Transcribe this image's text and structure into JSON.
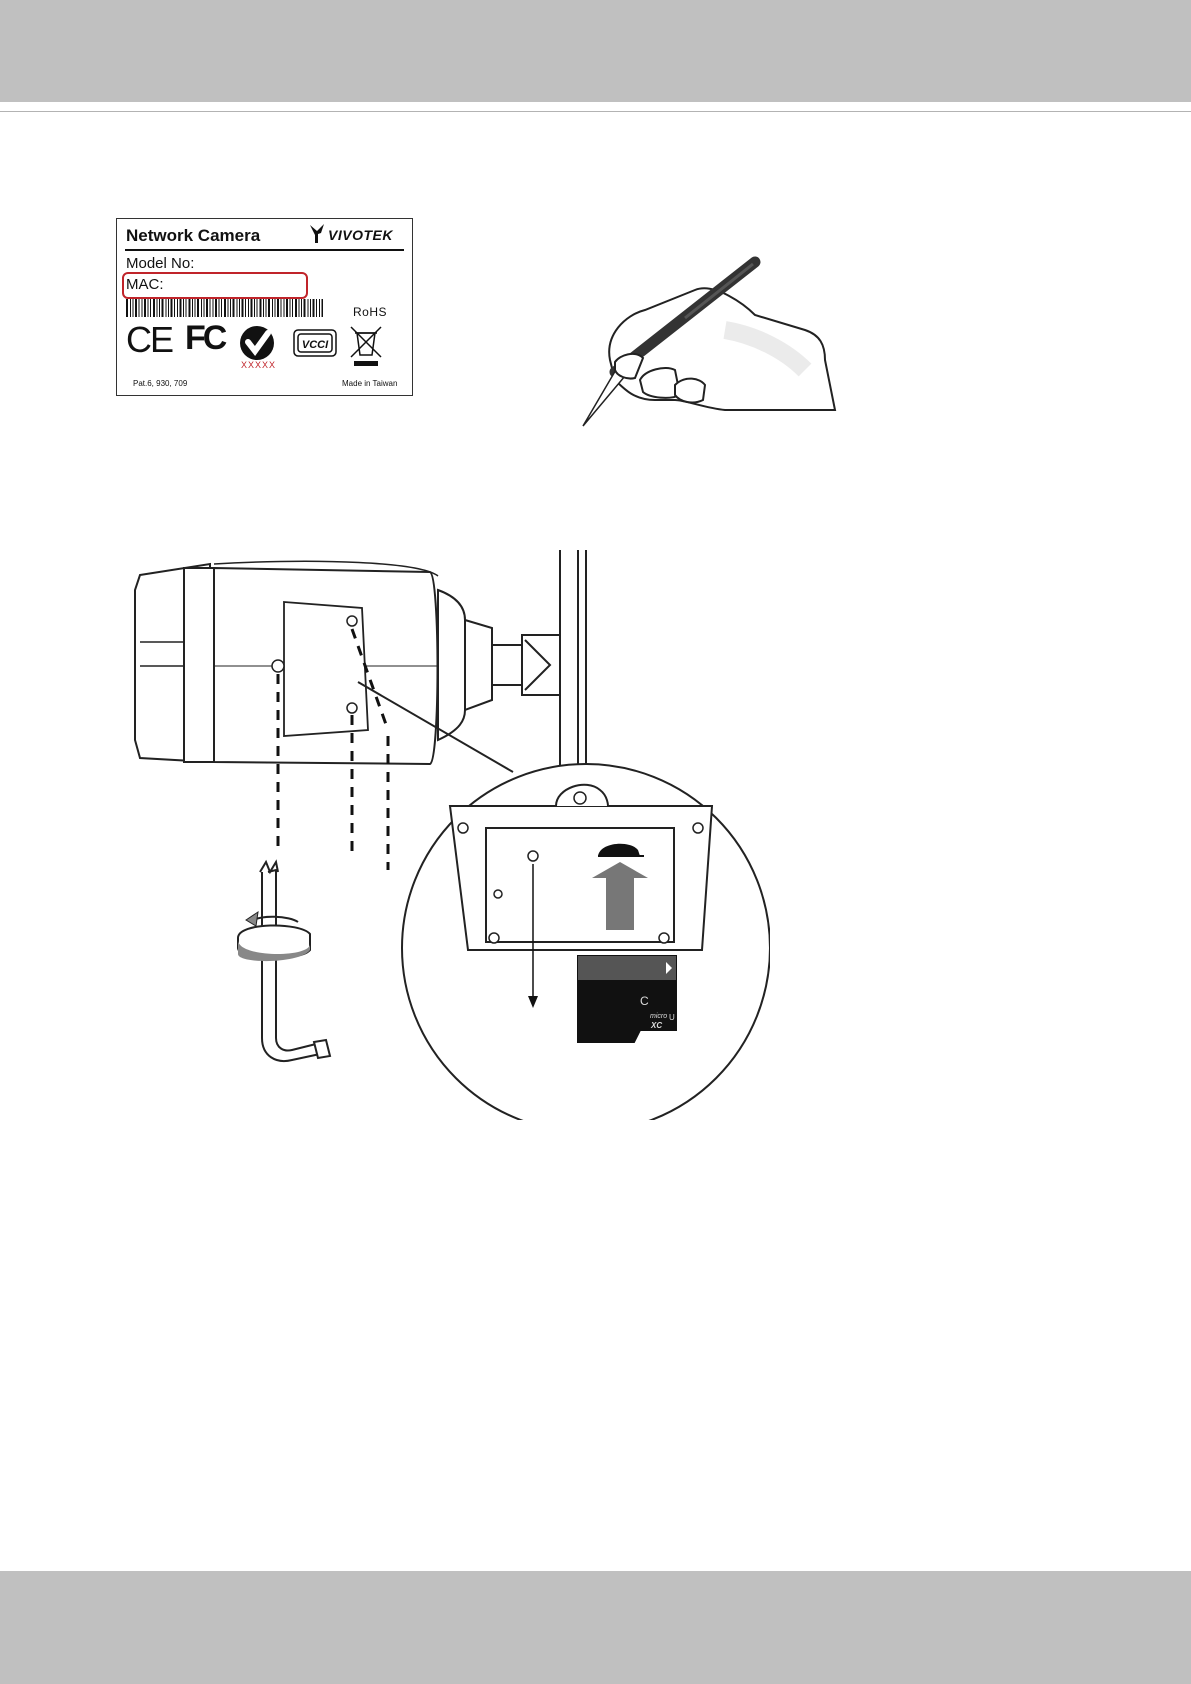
{
  "label": {
    "title": "Network Camera",
    "brand": "VIVOTEK",
    "model_field": "Model No:",
    "mac_field": "MAC:",
    "rohs": "RoHS",
    "ce_mark": "CE",
    "fcc_mark": "FC",
    "ctick_code": "XXXXX",
    "vcci": "VCCI",
    "patent": "Pat.6, 930, 709",
    "made_in": "Made in Taiwan",
    "highlight_color": "#c0242a"
  },
  "illustrations": {
    "hand": "hand-writing-with-pen",
    "camera": "bullet-camera-microsd-slot-installation"
  },
  "microsd_card": {
    "class_mark": "C",
    "brand_mark": "micro",
    "type_mark": "XC",
    "speed_mark": "U"
  }
}
